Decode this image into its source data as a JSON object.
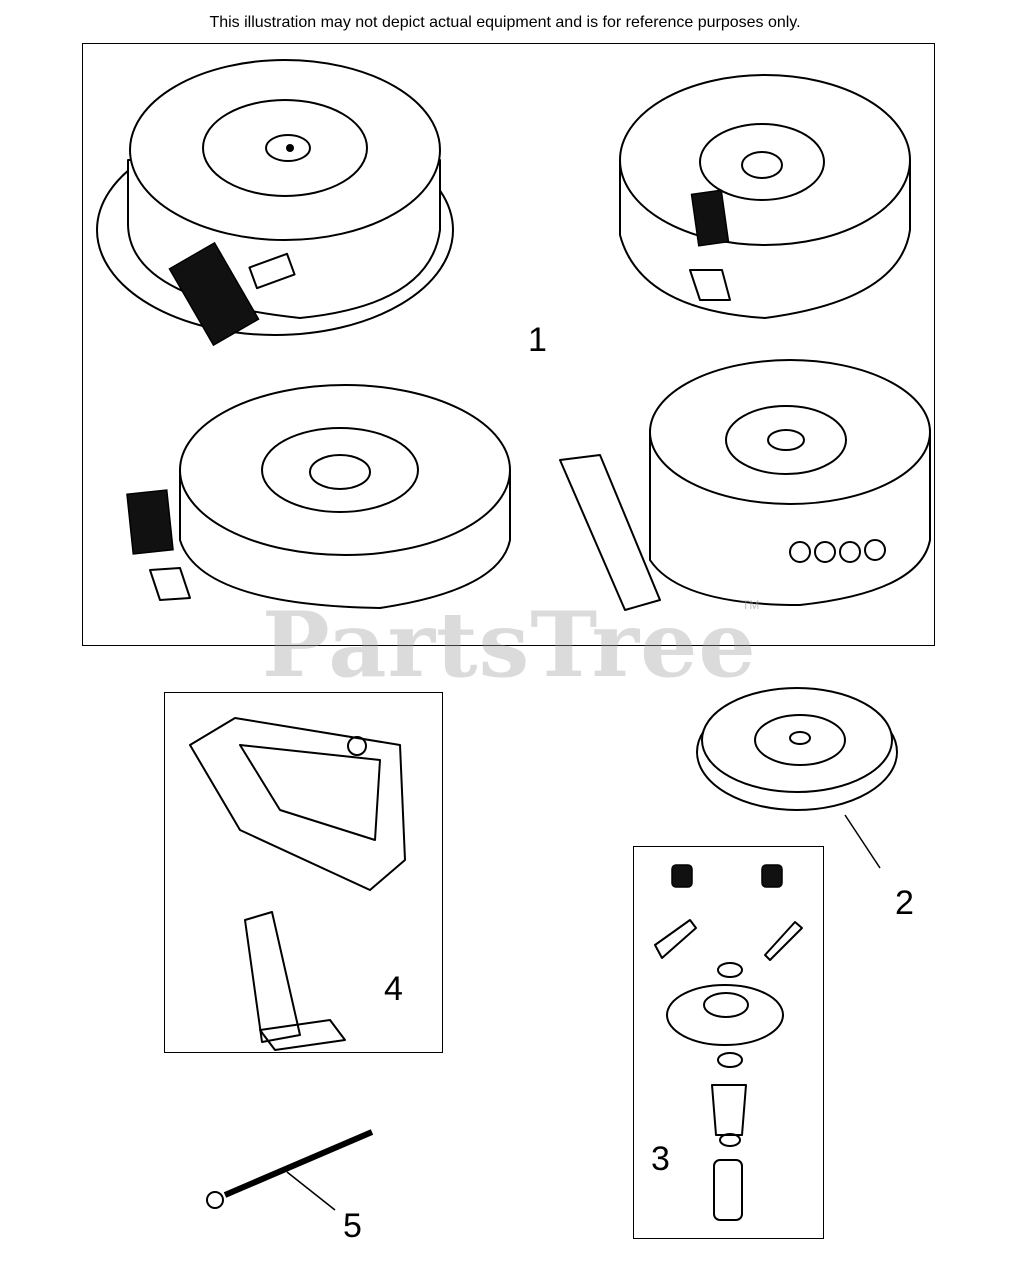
{
  "page": {
    "disclaimer": "This illustration may not depict actual equipment and is for reference purposes only.",
    "watermark": "PartsTree",
    "watermark_mark": "TM"
  },
  "callouts": [
    {
      "id": "1",
      "label": "1"
    },
    {
      "id": "2",
      "label": "2"
    },
    {
      "id": "3",
      "label": "3"
    },
    {
      "id": "4",
      "label": "4"
    },
    {
      "id": "5",
      "label": "5"
    }
  ],
  "icons": [
    "recoil-starter-icon",
    "pulley-icon",
    "pawl-kit-icon",
    "starter-handle-icon",
    "starter-rope-icon"
  ]
}
